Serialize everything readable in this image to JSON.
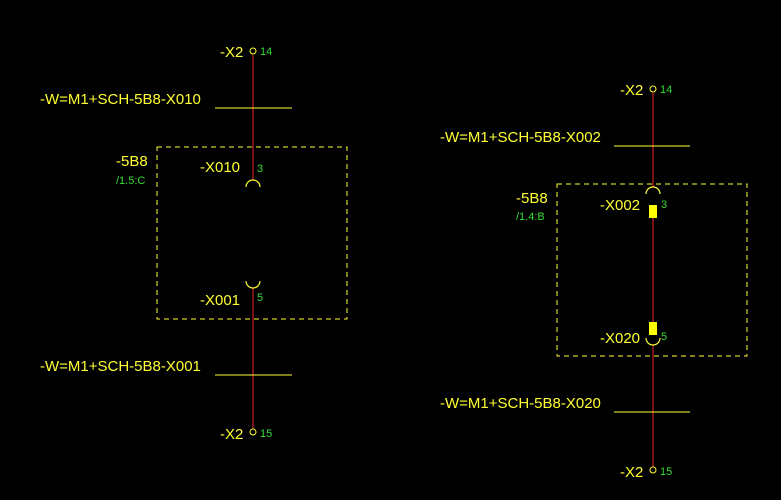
{
  "colors": {
    "background": "#000000",
    "label": "#ffff33",
    "ref": "#33dd33",
    "wire": "#cc2222"
  },
  "left": {
    "top_terminal": {
      "name": "-X2",
      "num": "14"
    },
    "top_cable": "-W=M1+SCH-5B8-X010",
    "device": {
      "name": "-5B8",
      "ref": "/1.5:C"
    },
    "connector_top": {
      "name": "-X010",
      "num": "3"
    },
    "connector_bottom": {
      "name": "-X001",
      "num": "5"
    },
    "bottom_cable": "-W=M1+SCH-5B8-X001",
    "bottom_terminal": {
      "name": "-X2",
      "num": "15"
    }
  },
  "right": {
    "top_terminal": {
      "name": "-X2",
      "num": "14"
    },
    "top_cable": "-W=M1+SCH-5B8-X002",
    "device": {
      "name": "-5B8",
      "ref": "/1.4:B"
    },
    "connector_top": {
      "name": "-X002",
      "num": "3"
    },
    "connector_bottom": {
      "name": "-X020",
      "num": "5"
    },
    "bottom_cable": "-W=M1+SCH-5B8-X020",
    "bottom_terminal": {
      "name": "-X2",
      "num": "15"
    }
  }
}
